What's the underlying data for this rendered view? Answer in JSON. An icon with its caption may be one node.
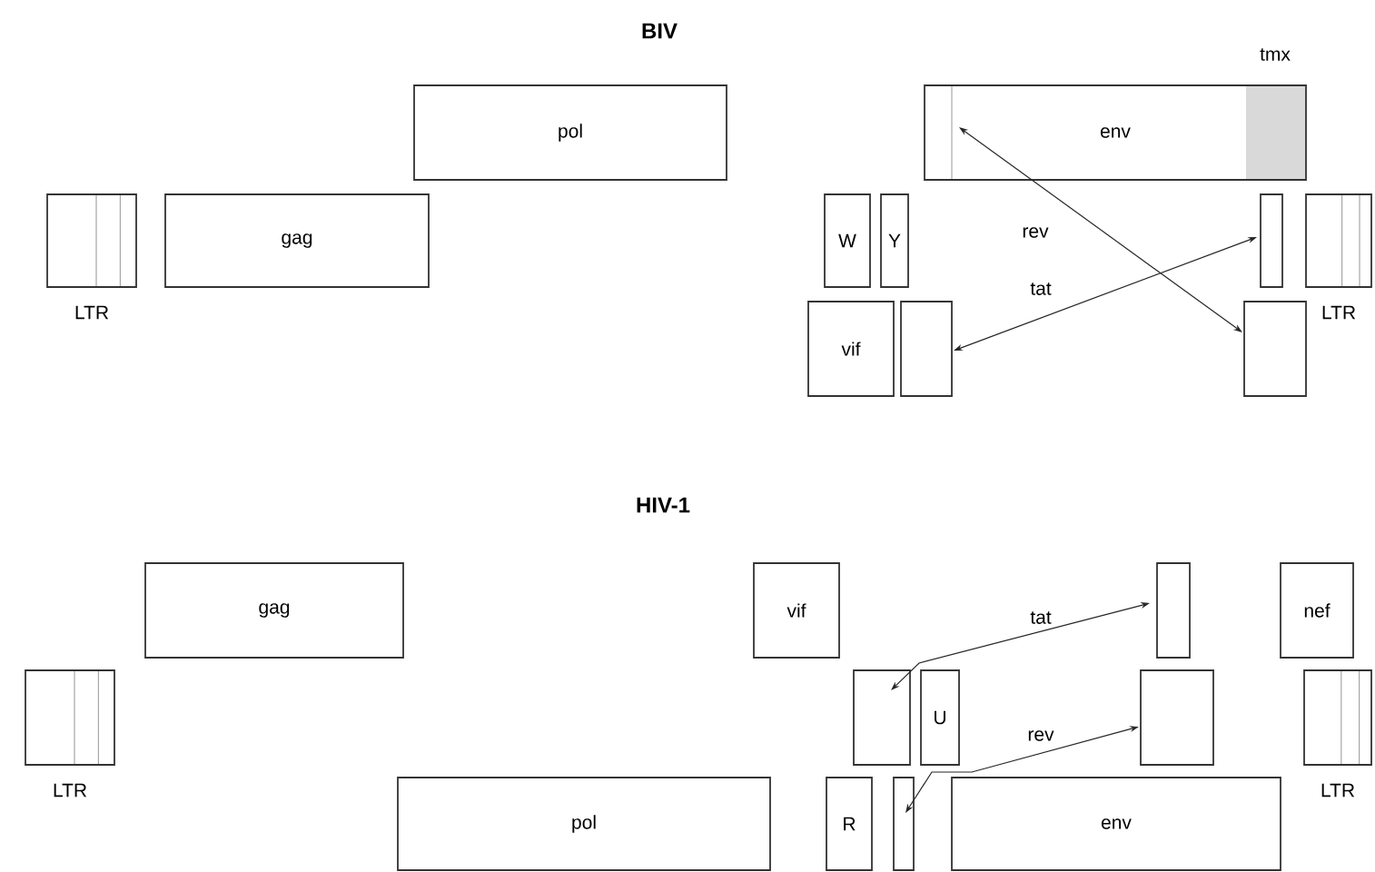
{
  "diagram": {
    "nodes": [
      {
        "text": [],
        "shape": "box",
        "beside": [
          "LTR"
        ]
      },
      {
        "text": [
          "gag"
        ]
      },
      {
        "text": [
          "pol"
        ]
      },
      {
        "text": [
          "env"
        ],
        "beside": [
          "tmx"
        ]
      },
      {
        "text": [
          "W"
        ]
      },
      {
        "text": [
          "Y"
        ]
      },
      {
        "text": [
          "vif"
        ]
      },
      {
        "text": [],
        "shape": "box"
      },
      {
        "text": [],
        "shape": "box"
      },
      {
        "text": [],
        "shape": "box",
        "beside": [
          "LTR"
        ]
      },
      {
        "text": [],
        "shape": "box"
      },
      {
        "text": [
          "gag"
        ]
      },
      {
        "text": [],
        "shape": "box",
        "beside": [
          "LTR"
        ]
      },
      {
        "text": [
          "pol"
        ]
      },
      {
        "text": [
          "vif"
        ]
      },
      {
        "text": [],
        "shape": "box"
      },
      {
        "text": [
          "U"
        ]
      },
      {
        "text": [
          "R"
        ]
      },
      {
        "text": [],
        "shape": "box"
      },
      {
        "text": [
          "env"
        ]
      },
      {
        "text": [],
        "shape": "box"
      },
      {
        "text": [],
        "shape": "box"
      },
      {
        "text": [
          "nef"
        ]
      },
      {
        "text": [],
        "shape": "box",
        "beside": [
          "LTR"
        ]
      }
    ],
    "edges": [
      {
        "from": 3,
        "to": 10,
        "arrow": "both",
        "label": "rev"
      },
      {
        "from": 7,
        "to": 8,
        "arrow": "both",
        "label": "tat"
      },
      {
        "from": 15,
        "to": 20,
        "arrow": "both",
        "label": "tat"
      },
      {
        "from": 18,
        "to": 21,
        "arrow": "both",
        "label": "rev"
      }
    ],
    "labels": [
      "BIV",
      "HIV-1"
    ]
  }
}
